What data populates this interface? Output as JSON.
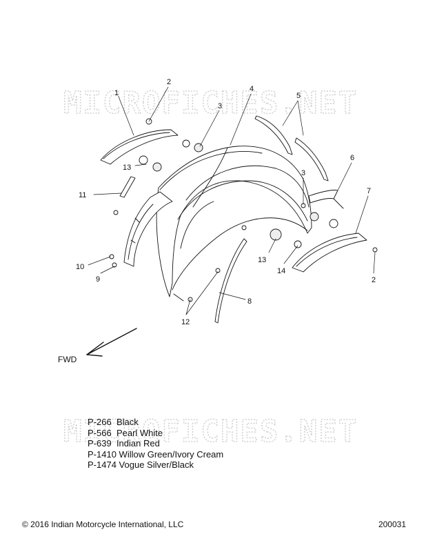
{
  "watermark": "MICROFICHES.NET",
  "callouts": [
    {
      "id": "c1",
      "text": "1"
    },
    {
      "id": "c2a",
      "text": "2"
    },
    {
      "id": "c3a",
      "text": "3"
    },
    {
      "id": "c4",
      "text": "4"
    },
    {
      "id": "c5",
      "text": "5"
    },
    {
      "id": "c6",
      "text": "6"
    },
    {
      "id": "c3b",
      "text": "3"
    },
    {
      "id": "c7",
      "text": "7"
    },
    {
      "id": "c13a",
      "text": "13"
    },
    {
      "id": "c11",
      "text": "11"
    },
    {
      "id": "c13b",
      "text": "13"
    },
    {
      "id": "c14",
      "text": "14"
    },
    {
      "id": "c2b",
      "text": "2"
    },
    {
      "id": "c10",
      "text": "10"
    },
    {
      "id": "c9",
      "text": "9"
    },
    {
      "id": "c8",
      "text": "8"
    },
    {
      "id": "c12",
      "text": "12"
    }
  ],
  "direction_label": "FWD",
  "color_codes": [
    {
      "code": "P-266",
      "name": "Black"
    },
    {
      "code": "P-566",
      "name": "Pearl White"
    },
    {
      "code": "P-639",
      "name": "Indian Red"
    },
    {
      "code": "P-1410",
      "name": "Willow Green/Ivory Cream"
    },
    {
      "code": "P-1474",
      "name": "Vogue Silver/Black"
    }
  ],
  "copyright": "© 2016 Indian Motorcycle International, LLC",
  "figure_number": "200031"
}
